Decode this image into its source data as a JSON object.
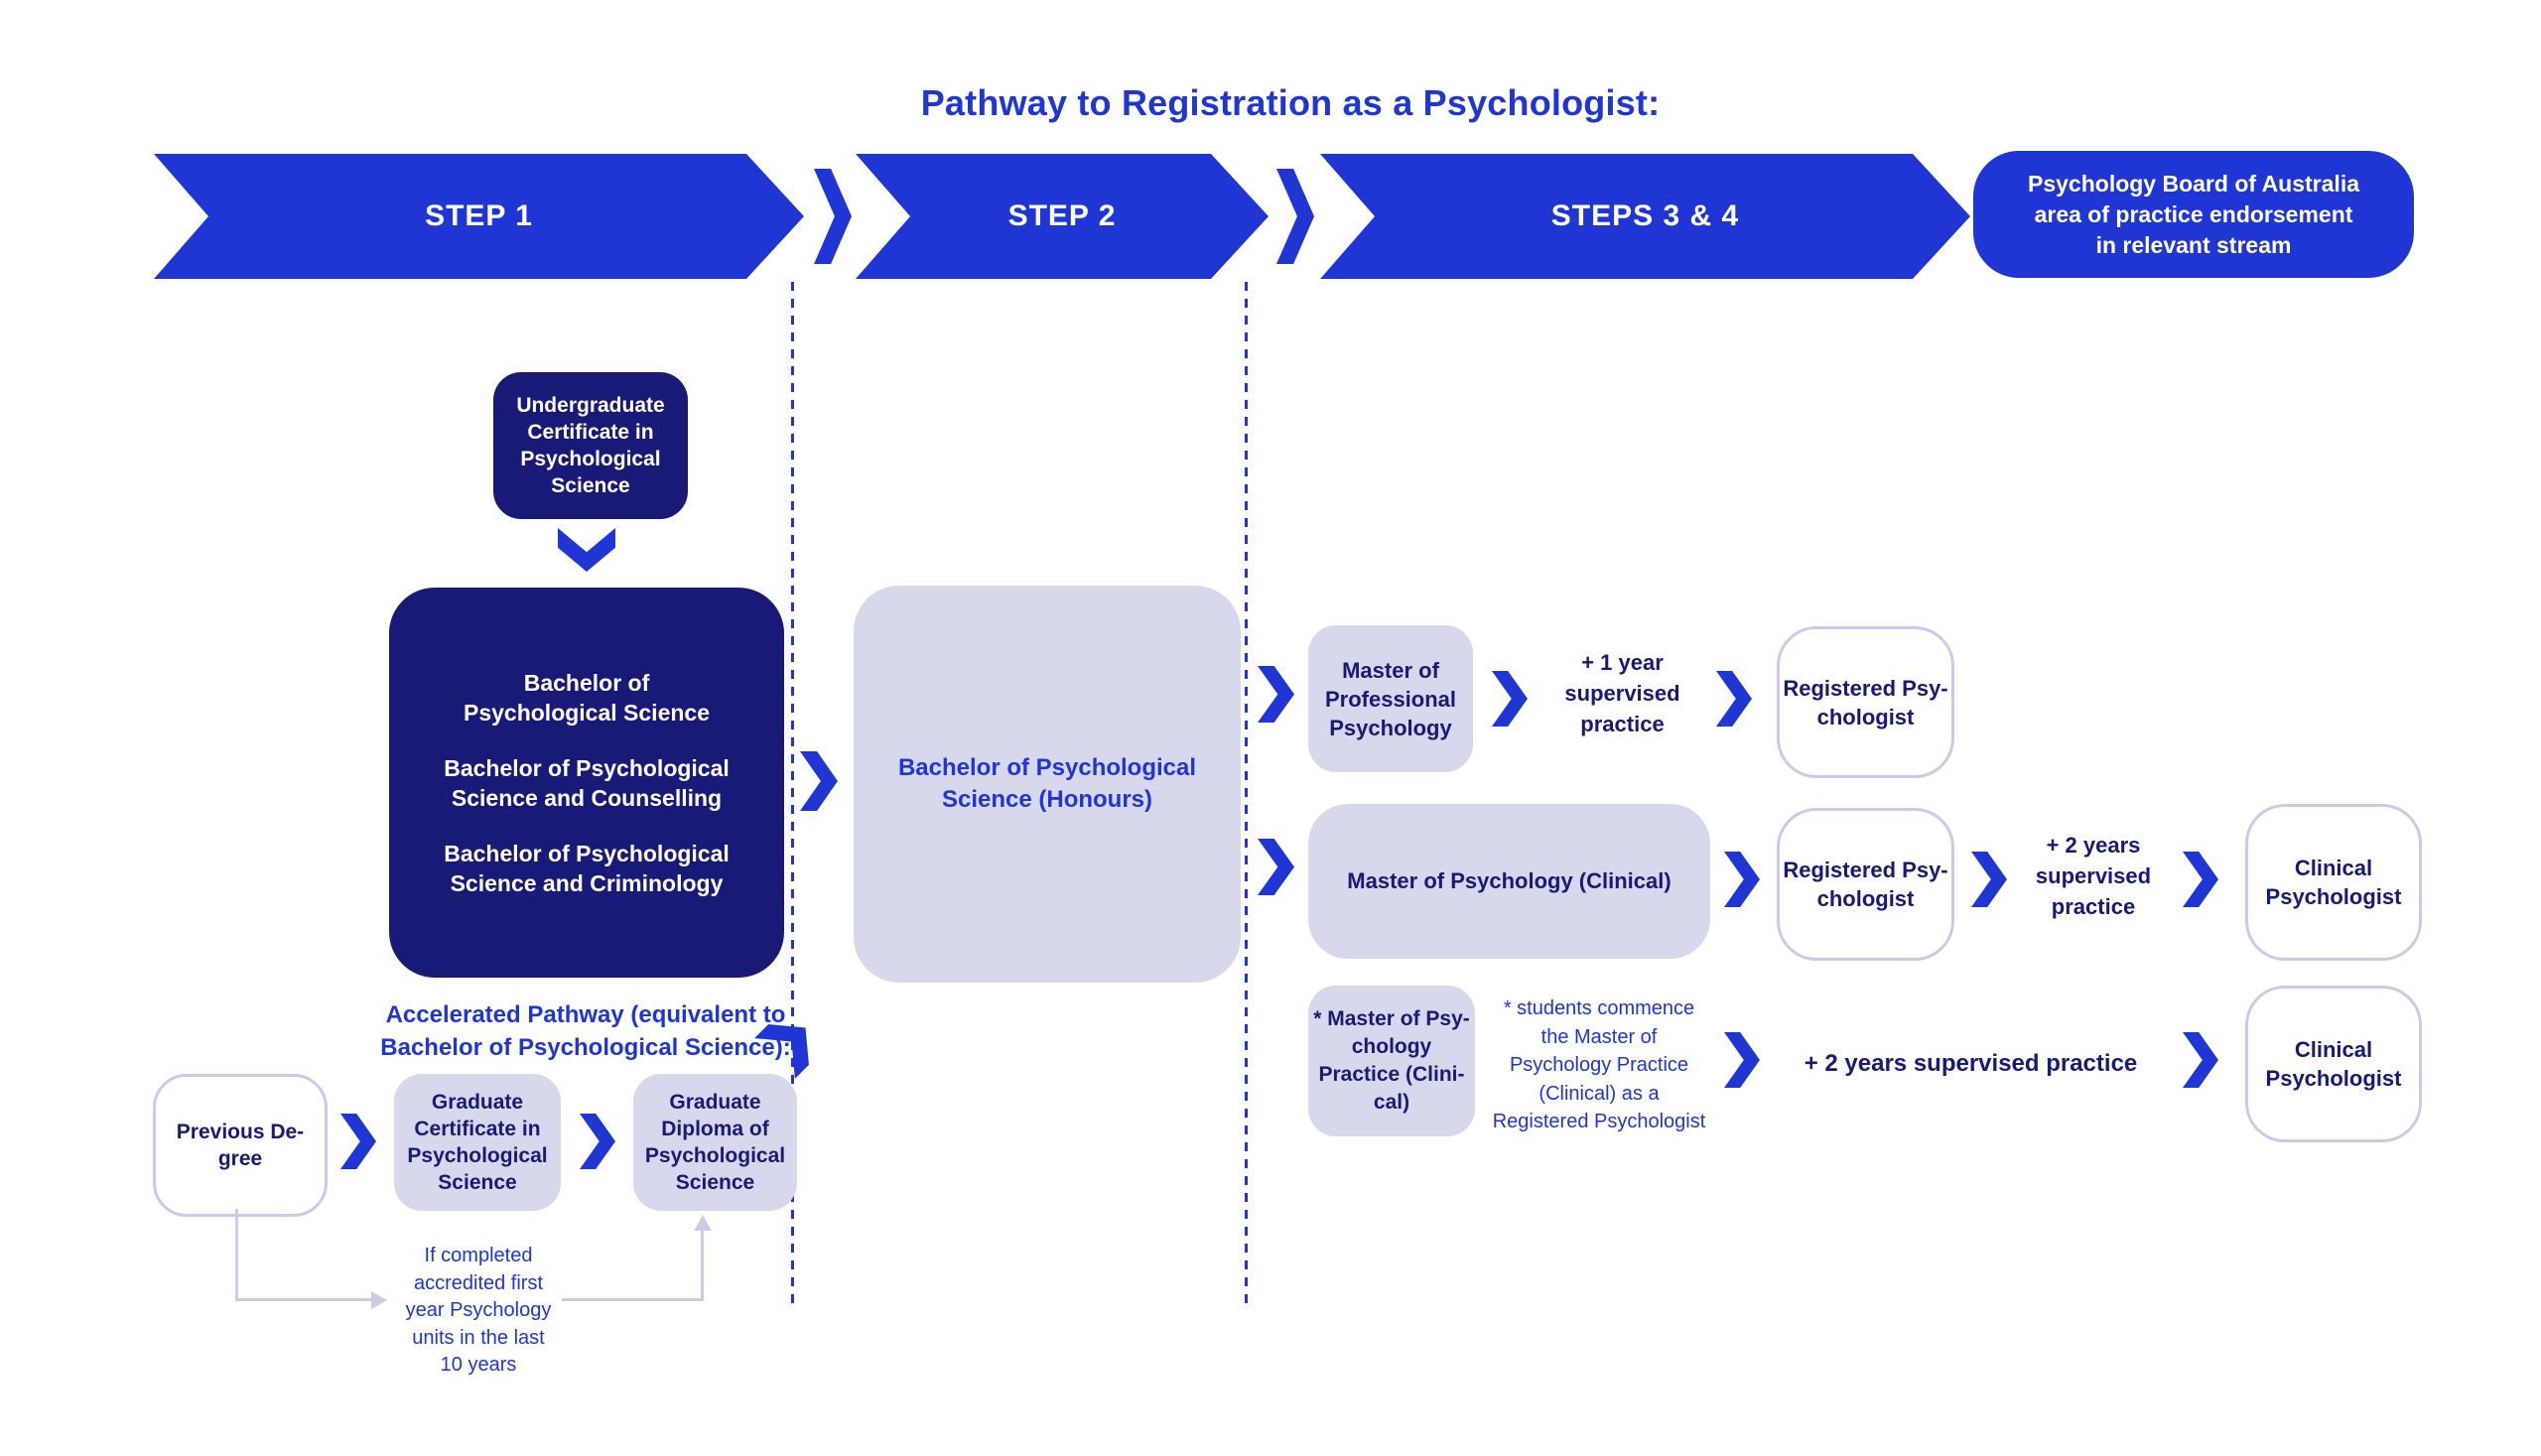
{
  "title": "Pathway to Registration as a Psychologist:",
  "colors": {
    "bright_blue": "#1f36d4",
    "navy": "#191977",
    "lavender": "#d7d8ec",
    "outline_border": "#c7cbe8",
    "connector_line": "#c9cce4"
  },
  "banners": {
    "step1": "STEP 1",
    "step2": "STEP 2",
    "steps34": "STEPS 3 & 4",
    "board": "Psychology Board of Australia\narea of practice endorsement\nin relevant stream"
  },
  "step1_col": {
    "undergrad_cert": "Undergraduate\nCertificate in\nPsychological\nScience",
    "bachelors": [
      "Bachelor of\nPsychological Science",
      "Bachelor of Psychological\nScience and Counselling",
      "Bachelor of Psychological\nScience and Criminology"
    ],
    "accelerated_heading": "Accelerated Pathway (equivalent to\nBachelor of Psychological Science):",
    "previous_degree": "Previous De-\ngree",
    "grad_cert": "Graduate\nCertificate in\nPsychological\nScience",
    "grad_diploma": "Graduate\nDiploma of\nPsychological\nScience",
    "note": "If completed\naccredited first\nyear Psychology\nunits in the last\n10 years"
  },
  "step2_col": {
    "honours": "Bachelor of Psychological\nScience (Honours)"
  },
  "steps34_col": {
    "row1": {
      "program": "Master of\nProfessional\nPsychology",
      "practice": "+ 1 year\nsupervised\npractice",
      "outcome": "Registered Psy-\nchologist"
    },
    "row2": {
      "program": "Master of Psychology (Clinical)",
      "registered": "Registered Psy-\nchologist",
      "practice": "+ 2 years\nsupervised\npractice",
      "outcome": "Clinical\nPsychologist"
    },
    "row3": {
      "program": "* Master of Psy-\nchology\nPractice (Clini-\ncal)",
      "note": "* students commence\nthe Master of\nPsychology Practice\n(Clinical) as a\nRegistered Psychologist",
      "practice": "+ 2 years supervised practice",
      "outcome": "Clinical\nPsychologist"
    }
  }
}
